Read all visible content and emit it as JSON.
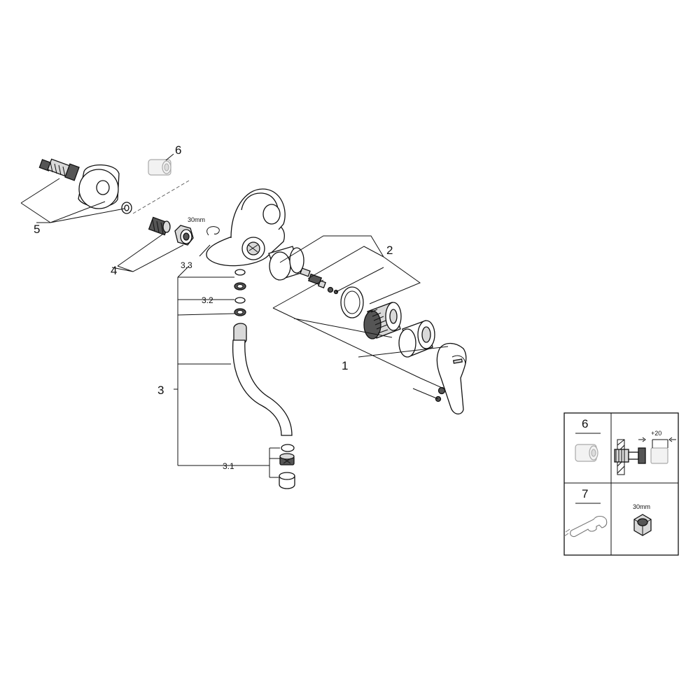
{
  "callouts": {
    "c1": "1",
    "c2": "2",
    "c3": "3",
    "c31": "3.1",
    "c32": "3.2",
    "c33": "3.3",
    "c4": "4",
    "c5": "5",
    "c6": "6",
    "nut_size": "30mm"
  },
  "accessory_panel": {
    "item6_label": "6",
    "item7_label": "7",
    "extension_dim": "+20",
    "nut_size": "30mm"
  },
  "icons": [
    "extension-piece-icon",
    "wrench-icon",
    "hex-nut-icon"
  ]
}
